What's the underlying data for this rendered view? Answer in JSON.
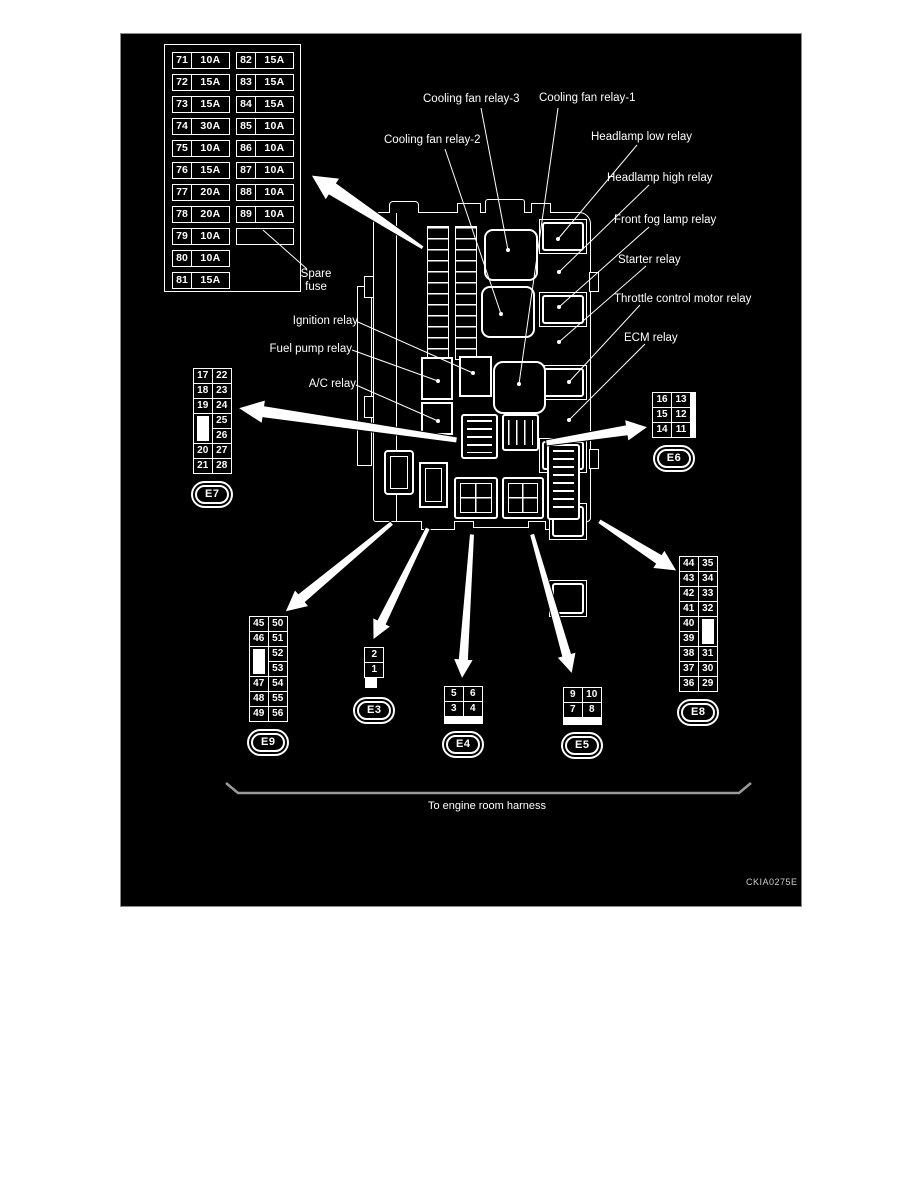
{
  "colors": {
    "background": "#000000",
    "foreground": "#ffffff",
    "bracket": "#999999"
  },
  "fuse_table": {
    "col1": [
      [
        "71",
        "10A"
      ],
      [
        "72",
        "15A"
      ],
      [
        "73",
        "15A"
      ],
      [
        "74",
        "30A"
      ],
      [
        "75",
        "10A"
      ],
      [
        "76",
        "15A"
      ],
      [
        "77",
        "20A"
      ],
      [
        "78",
        "20A"
      ],
      [
        "79",
        "10A"
      ],
      [
        "80",
        "10A"
      ],
      [
        "81",
        "15A"
      ]
    ],
    "col2": [
      [
        "82",
        "15A"
      ],
      [
        "83",
        "15A"
      ],
      [
        "84",
        "15A"
      ],
      [
        "85",
        "10A"
      ],
      [
        "86",
        "10A"
      ],
      [
        "87",
        "10A"
      ],
      [
        "88",
        "10A"
      ],
      [
        "89",
        "10A"
      ],
      [
        "",
        ""
      ]
    ],
    "spare": [
      "Spare",
      "fuse"
    ]
  },
  "relay_labels": {
    "cooling_fan_relay_3": "Cooling fan relay-3",
    "cooling_fan_relay_1": "Cooling fan relay-1",
    "cooling_fan_relay_2": "Cooling fan relay-2",
    "headlamp_low_relay": "Headlamp low relay",
    "headlamp_high_relay": "Headlamp high relay",
    "front_fog_lamp_relay": "Front fog lamp relay",
    "starter_relay": "Starter relay",
    "throttle_control_motor_relay": "Throttle control motor relay",
    "ecm_relay": "ECM relay",
    "ignition_relay": "Ignition relay",
    "fuel_pump_relay": "Fuel pump relay",
    "ac_relay": "A/C relay"
  },
  "connectors": [
    {
      "id": "E7",
      "label": "E7",
      "cols": [
        [
          "17",
          "18",
          "19",
          "F2",
          "20",
          "21"
        ],
        [
          "22",
          "23",
          "24",
          "25",
          "26",
          "27",
          "28"
        ]
      ]
    },
    {
      "id": "E6",
      "label": "E6",
      "cols": [
        [
          "16",
          "15",
          "14"
        ],
        [
          "13",
          "12",
          "11"
        ]
      ],
      "right_strip": true
    },
    {
      "id": "E9",
      "label": "E9",
      "cols": [
        [
          "45",
          "46",
          "F2",
          "47",
          "48",
          "49"
        ],
        [
          "50",
          "51",
          "52",
          "53",
          "54",
          "55",
          "56"
        ]
      ]
    },
    {
      "id": "E3",
      "label": "E3",
      "cols": [
        [
          "2",
          "1",
          "FH"
        ]
      ]
    },
    {
      "id": "E4",
      "label": "E4",
      "cols": [
        [
          "5",
          "3"
        ],
        [
          "6",
          "4"
        ]
      ],
      "bottom_strip": true
    },
    {
      "id": "E5",
      "label": "E5",
      "cols": [
        [
          "9",
          "7"
        ],
        [
          "10",
          "8"
        ]
      ],
      "bottom_strip": true
    },
    {
      "id": "E8",
      "label": "E8",
      "cols": [
        [
          "44",
          "43",
          "42",
          "41",
          "40",
          "39",
          "38",
          "37",
          "36"
        ],
        [
          "35",
          "34",
          "33",
          "32",
          "F2",
          "31",
          "30",
          "29"
        ]
      ]
    }
  ],
  "footer": {
    "harness_label": "To engine room harness",
    "figure_code": "CKIA0275E"
  }
}
